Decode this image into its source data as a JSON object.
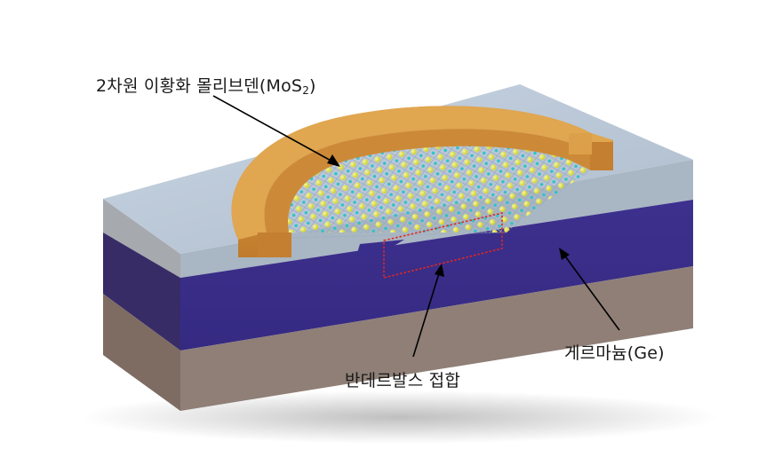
{
  "labels": {
    "mos2": {
      "text": "2차원 이황화 몰리브덴(MoS",
      "sub": "2",
      "close": ")"
    },
    "vdw_junction": "반데르발스 접합",
    "germanium": "게르마늄(Ge)"
  },
  "colors": {
    "top_surface": "#b9c7d6",
    "top_layer_side": "#a9adb2",
    "ge_layer": "#3c2f8a",
    "ge_layer_side": "#35295f",
    "substrate": "#8c7a72",
    "electrode": "#d38f3a",
    "sulfur_atom": "#e3e637",
    "molybdenum_atom": "#2fc3c8",
    "junction_box": "#e0281f",
    "arrow": "#000000"
  }
}
